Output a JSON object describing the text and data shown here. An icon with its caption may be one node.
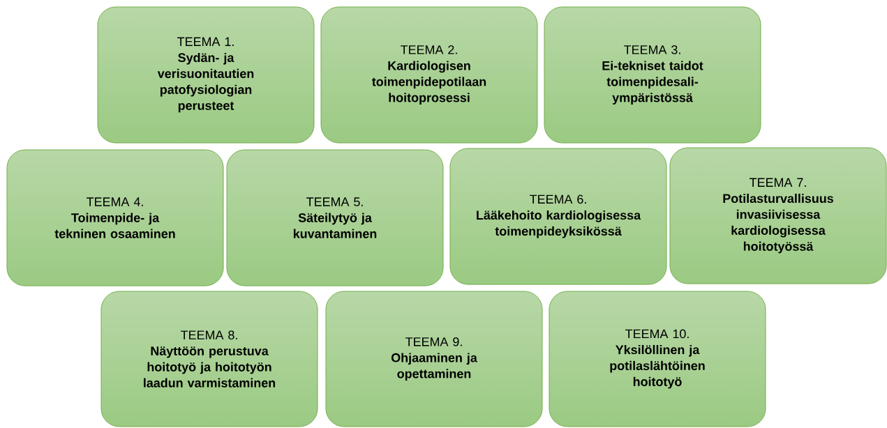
{
  "diagram": {
    "nodes": [
      {
        "text": [
          "TEEMA 1.",
          "Sydän- ja verisuonitautien patofysiologian perusteet"
        ]
      },
      {
        "text": [
          "TEEMA 2.",
          "Kardiologisen toimenpidepotilaan hoitoprosessi"
        ]
      },
      {
        "text": [
          "TEEMA 3.",
          "Ei-tekniset taidot toimenpidesali-ympäristössä"
        ]
      },
      {
        "text": [
          "TEEMA 4.",
          "Toimenpide- ja tekninen osaaminen"
        ]
      },
      {
        "text": [
          "TEEMA 5.",
          "Säteilytyö ja kuvantaminen"
        ]
      },
      {
        "text": [
          "TEEMA 6.",
          "Lääkehoito kardiologisessa toimenpideyksikössä"
        ]
      },
      {
        "text": [
          "TEEMA 7.",
          "Potilasturvallisuus invasiivisessa kardiologisessa hoitotyössä"
        ]
      },
      {
        "text": [
          "TEEMA 8.",
          "Näyttöön perustuva hoitotyö ja hoitotyön laadun varmistaminen"
        ]
      },
      {
        "text": [
          "TEEMA 9.",
          "Ohjaaminen ja opettaminen"
        ]
      },
      {
        "text": [
          "TEEMA 10.",
          "Yksilöllinen ja potilaslähtöinen hoitotyö"
        ]
      }
    ]
  }
}
